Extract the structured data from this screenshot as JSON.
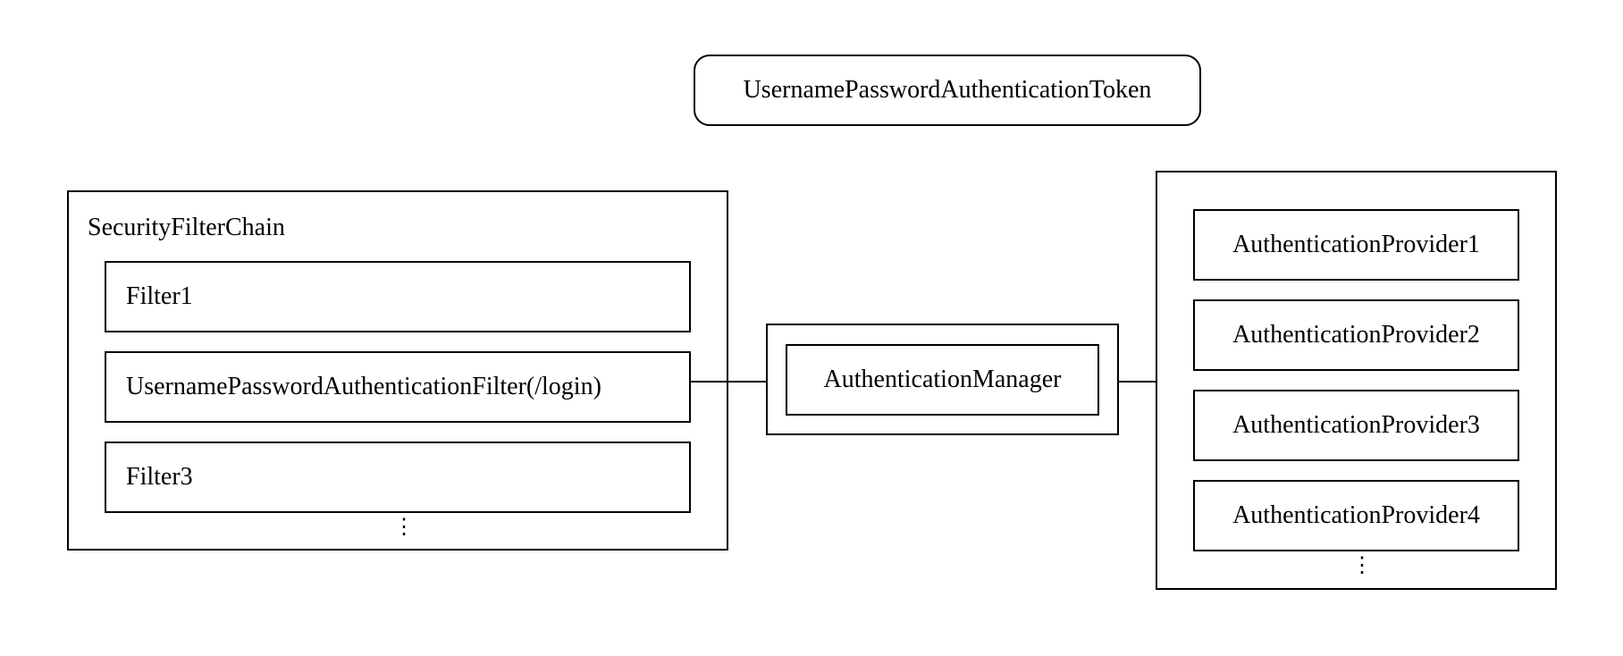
{
  "token": {
    "label": "UsernamePasswordAuthenticationToken"
  },
  "filter_chain": {
    "title": "SecurityFilterChain",
    "filters": [
      "Filter1",
      "UsernamePasswordAuthenticationFilter(/login)",
      "Filter3"
    ],
    "more": "⋮"
  },
  "manager": {
    "label": "AuthenticationManager"
  },
  "providers": {
    "items": [
      "AuthenticationProvider1",
      "AuthenticationProvider2",
      "AuthenticationProvider3",
      "AuthenticationProvider4"
    ],
    "more": "⋮"
  }
}
